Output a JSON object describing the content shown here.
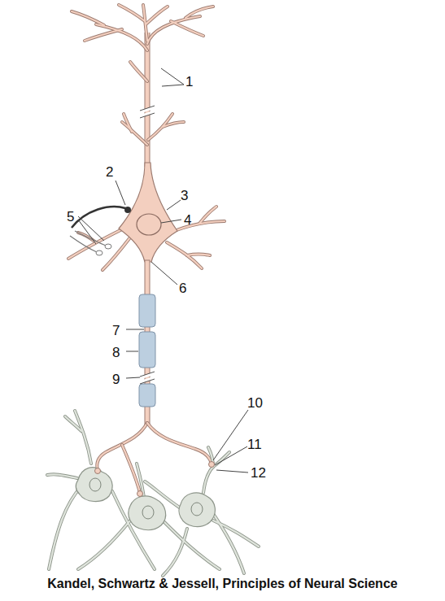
{
  "diagram": {
    "caption": "Kandel, Schwartz & Jessell, Principles of Neural Science",
    "labels": [
      "1",
      "2",
      "3",
      "4",
      "5",
      "6",
      "7",
      "8",
      "9",
      "10",
      "11",
      "12"
    ]
  }
}
